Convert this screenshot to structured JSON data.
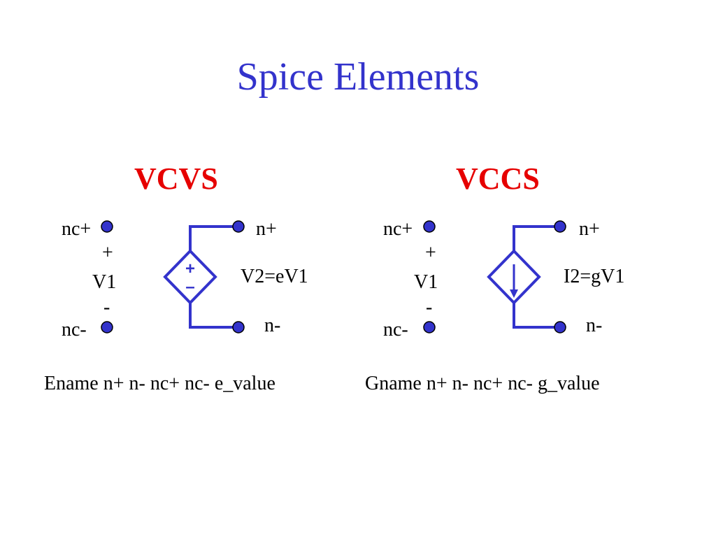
{
  "title": "Spice Elements",
  "colors": {
    "title": "#3333cc",
    "heading": "#e60000",
    "wire": "#3333cc",
    "terminal_fill": "#3333cc",
    "terminal_stroke": "#000000"
  },
  "vcvs": {
    "heading": "VCVS",
    "nc_plus": "nc+",
    "plus": "+",
    "control": "V1",
    "minus": "-",
    "nc_minus": "nc-",
    "n_plus": "n+",
    "n_minus": "n-",
    "relation": "V2=eV1",
    "source_plus": "+",
    "source_minus": "–",
    "syntax": "Ename n+ n- nc+ nc- e_value"
  },
  "vccs": {
    "heading": "VCCS",
    "nc_plus": "nc+",
    "plus": "+",
    "control": "V1",
    "minus": "-",
    "nc_minus": "nc-",
    "n_plus": "n+",
    "n_minus": "n-",
    "relation": "I2=gV1",
    "syntax": "Gname n+ n- nc+ nc- g_value"
  }
}
